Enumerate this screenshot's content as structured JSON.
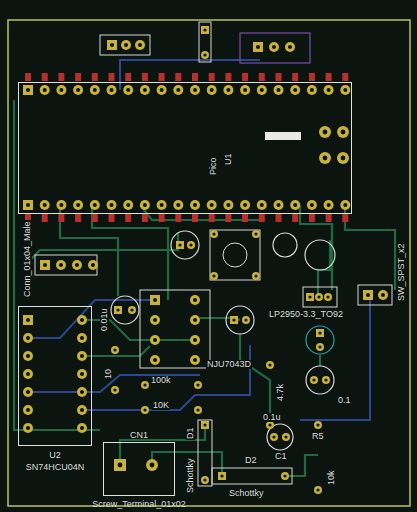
{
  "diagram": {
    "nodes": [
      {
        "text": [
          "Pico",
          "U1"
        ]
      },
      {
        "text": [
          "U2",
          "SN74HCU04N"
        ]
      },
      {
        "text": [
          "CN1",
          "Screw_Terminal_01x02"
        ]
      }
    ],
    "labels": [
      "Conn_01x04_Male",
      "0.01u",
      "NJU7043D",
      "100k",
      "10K",
      "10",
      "4.7k",
      "LP2950-3.3_TO92",
      "SW_SPST_x2",
      "0.1",
      "0.1u",
      "C1",
      "R5",
      "10k",
      "D1",
      "Schottky",
      "D2",
      "Schottky"
    ]
  }
}
